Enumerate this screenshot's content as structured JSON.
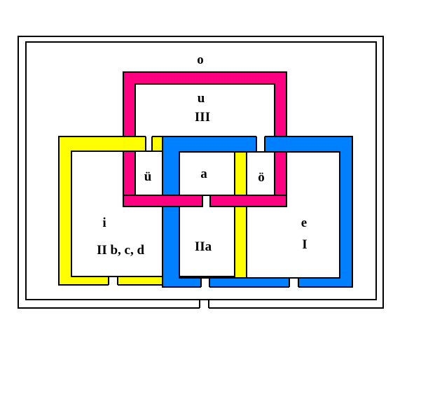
{
  "colors": {
    "pink": "#ff0080",
    "yellow": "#ffff00",
    "blue": "#0080ff",
    "line": "#000000",
    "background": "#ffffff"
  },
  "labels": {
    "o": "o",
    "u": "u",
    "III": "III",
    "ue": "ü",
    "a": "a",
    "oe": "ö",
    "i": "i",
    "IIbcd": "II b, c, d",
    "IIa": "IIa",
    "e": "e",
    "I": "I"
  }
}
